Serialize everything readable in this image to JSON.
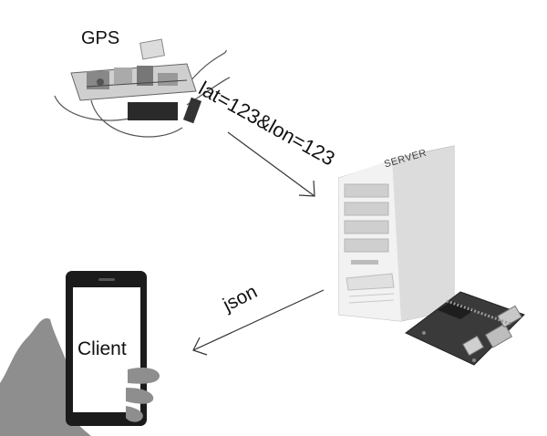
{
  "labels": {
    "gps": "GPS",
    "request": "lat=123&lon=123",
    "server": "SERVER",
    "response": "json",
    "client": "Client"
  },
  "icons": {
    "gps": "gps-circuit-board-icon",
    "server": "server-tower-icon",
    "board": "raspberry-pi-board-icon",
    "phone": "smartphone-in-hand-icon"
  },
  "colors": {
    "background": "#ffffff",
    "server_body": "#e8e8e8",
    "phone_body": "#1a1a1a",
    "hand": "#9a9a9a",
    "arrow": "#333333"
  }
}
